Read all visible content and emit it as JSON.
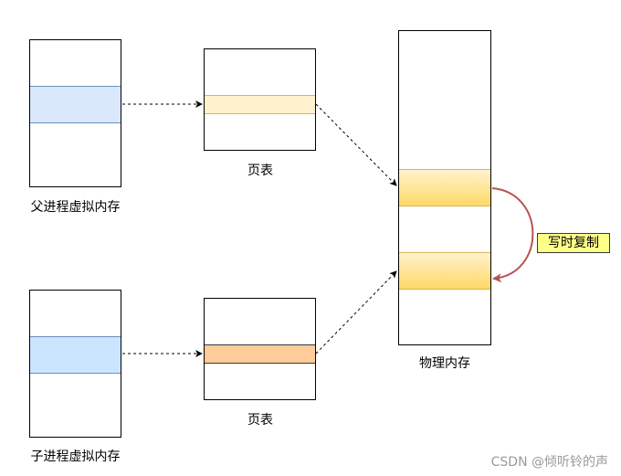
{
  "diagram": {
    "nodes": {
      "parent_vm": {
        "label": "父进程虚拟内存"
      },
      "parent_pt": {
        "label": "页表"
      },
      "child_vm": {
        "label": "子进程虚拟内存"
      },
      "child_pt": {
        "label": "页表"
      },
      "physical": {
        "label": "物理内存"
      }
    },
    "annotation": {
      "label": "写时复制"
    },
    "colors": {
      "vm_page_fill": "#dae8fc",
      "vm_page_stroke": "#6c8ebf",
      "parent_pt_fill": "#fff2cc",
      "parent_pt_stroke": "#d6b656",
      "child_pt_fill": "#ffcc99",
      "child_pt_stroke": "#36393d",
      "physical_page_top": "#fff2cc",
      "physical_page_bottom": "#ffd966",
      "cow_arrow": "#b85450",
      "annotation_fill": "#ffff88"
    },
    "edges": [
      {
        "from": "parent_vm",
        "to": "parent_pt",
        "style": "dashed"
      },
      {
        "from": "parent_pt",
        "to": "physical",
        "style": "dashed"
      },
      {
        "from": "child_vm",
        "to": "child_pt",
        "style": "dashed"
      },
      {
        "from": "child_pt",
        "to": "physical",
        "style": "dashed"
      },
      {
        "from": "physical",
        "to": "physical",
        "style": "curved",
        "label": "写时复制"
      }
    ]
  },
  "watermark": "CSDN @倾听铃的声"
}
